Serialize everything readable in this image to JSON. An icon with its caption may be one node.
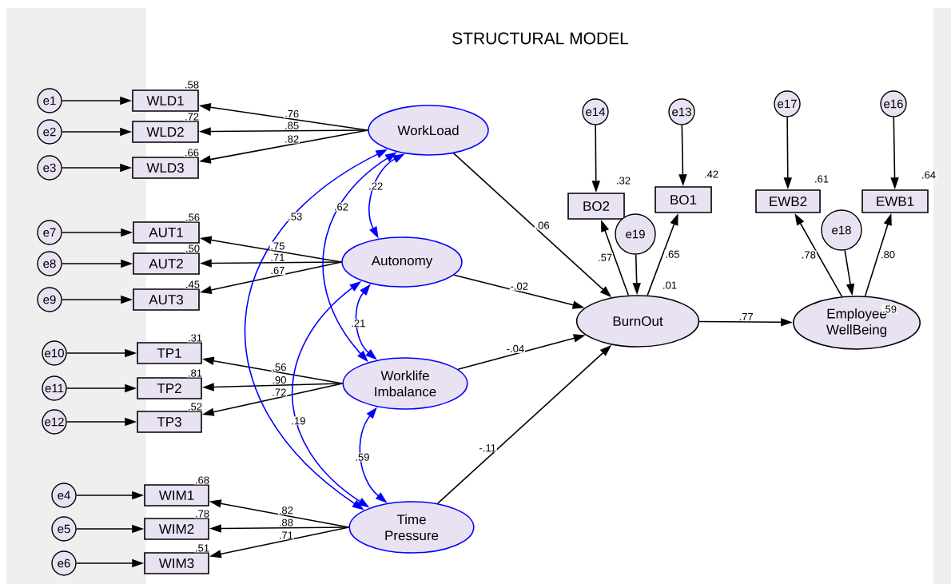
{
  "diagram": {
    "title": "STRUCTURAL MODEL",
    "nodes": [
      {
        "text": [
          "e1"
        ]
      },
      {
        "text": [
          "e2"
        ]
      },
      {
        "text": [
          "e3"
        ]
      },
      {
        "text": [
          "e7"
        ]
      },
      {
        "text": [
          "e8"
        ]
      },
      {
        "text": [
          "e9"
        ]
      },
      {
        "text": [
          "e10"
        ]
      },
      {
        "text": [
          "e11"
        ]
      },
      {
        "text": [
          "e12"
        ]
      },
      {
        "text": [
          "e4"
        ]
      },
      {
        "text": [
          "e5"
        ]
      },
      {
        "text": [
          "e6"
        ]
      },
      {
        "text": [
          "WLD1"
        ]
      },
      {
        "text": [
          "WLD2"
        ]
      },
      {
        "text": [
          "WLD3"
        ]
      },
      {
        "text": [
          "AUT1"
        ]
      },
      {
        "text": [
          "AUT2"
        ]
      },
      {
        "text": [
          "AUT3"
        ]
      },
      {
        "text": [
          "TP1"
        ]
      },
      {
        "text": [
          "TP2"
        ]
      },
      {
        "text": [
          "TP3"
        ]
      },
      {
        "text": [
          "WIM1"
        ]
      },
      {
        "text": [
          "WIM2"
        ]
      },
      {
        "text": [
          "WIM3"
        ]
      },
      {
        "text": [
          "WorkLoad"
        ]
      },
      {
        "text": [
          "Autonomy"
        ]
      },
      {
        "text": [
          "Worklife Imbalance"
        ]
      },
      {
        "text": [
          "Time Pressure"
        ]
      },
      {
        "text": [
          "e14"
        ]
      },
      {
        "text": [
          "e13"
        ]
      },
      {
        "text": [
          "e17"
        ]
      },
      {
        "text": [
          "e16"
        ]
      },
      {
        "text": [
          "BO2"
        ]
      },
      {
        "text": [
          "BO1"
        ]
      },
      {
        "text": [
          "EWB2"
        ]
      },
      {
        "text": [
          "EWB1"
        ]
      },
      {
        "text": [
          "e19"
        ]
      },
      {
        "text": [
          "e18"
        ]
      },
      {
        "text": [
          "BurnOut"
        ]
      },
      {
        "text": [
          "Employee WellBeing"
        ]
      }
    ],
    "edges": [
      {
        "from": 0,
        "to": 12,
        "arrow": "to"
      },
      {
        "from": 1,
        "to": 13,
        "arrow": "to"
      },
      {
        "from": 2,
        "to": 14,
        "arrow": "to"
      },
      {
        "from": 3,
        "to": 15,
        "arrow": "to"
      },
      {
        "from": 4,
        "to": 16,
        "arrow": "to"
      },
      {
        "from": 5,
        "to": 17,
        "arrow": "to"
      },
      {
        "from": 6,
        "to": 18,
        "arrow": "to"
      },
      {
        "from": 7,
        "to": 19,
        "arrow": "to"
      },
      {
        "from": 8,
        "to": 20,
        "arrow": "to"
      },
      {
        "from": 9,
        "to": 21,
        "arrow": "to"
      },
      {
        "from": 10,
        "to": 22,
        "arrow": "to"
      },
      {
        "from": 11,
        "to": 23,
        "arrow": "to"
      },
      {
        "from": 24,
        "to": 12,
        "arrow": "to",
        "label": ".76"
      },
      {
        "from": 24,
        "to": 13,
        "arrow": "to",
        "label": ".85"
      },
      {
        "from": 24,
        "to": 14,
        "arrow": "to",
        "label": ".82"
      },
      {
        "from": 25,
        "to": 15,
        "arrow": "to",
        "label": ".75"
      },
      {
        "from": 25,
        "to": 16,
        "arrow": "to",
        "label": ".71"
      },
      {
        "from": 25,
        "to": 17,
        "arrow": "to",
        "label": ".67"
      },
      {
        "from": 26,
        "to": 18,
        "arrow": "to",
        "label": ".56"
      },
      {
        "from": 26,
        "to": 19,
        "arrow": "to",
        "label": ".90"
      },
      {
        "from": 26,
        "to": 20,
        "arrow": "to",
        "label": ".72"
      },
      {
        "from": 27,
        "to": 21,
        "arrow": "to",
        "label": ".82"
      },
      {
        "from": 27,
        "to": 22,
        "arrow": "to",
        "label": ".88"
      },
      {
        "from": 27,
        "to": 23,
        "arrow": "to",
        "label": ".71"
      },
      {
        "from": 24,
        "to": 25,
        "arrow": "both",
        "label": ".22",
        "color": "#0000ff"
      },
      {
        "from": 24,
        "to": 26,
        "arrow": "both",
        "label": ".62",
        "color": "#0000ff"
      },
      {
        "from": 24,
        "to": 27,
        "arrow": "both",
        "label": ".53",
        "color": "#0000ff"
      },
      {
        "from": 25,
        "to": 26,
        "arrow": "both",
        "label": ".21",
        "color": "#0000ff"
      },
      {
        "from": 25,
        "to": 27,
        "arrow": "both",
        "label": ".19",
        "color": "#0000ff"
      },
      {
        "from": 26,
        "to": 27,
        "arrow": "both",
        "label": ".59",
        "color": "#0000ff"
      },
      {
        "from": 24,
        "to": 38,
        "arrow": "to",
        "label": ".06"
      },
      {
        "from": 25,
        "to": 38,
        "arrow": "to",
        "label": "-.02"
      },
      {
        "from": 26,
        "to": 38,
        "arrow": "to",
        "label": "-.04"
      },
      {
        "from": 27,
        "to": 38,
        "arrow": "to",
        "label": "-.11"
      },
      {
        "from": 38,
        "to": 39,
        "arrow": "to",
        "label": ".77"
      },
      {
        "from": 38,
        "to": 32,
        "arrow": "to",
        "label": ".57"
      },
      {
        "from": 38,
        "to": 33,
        "arrow": "to",
        "label": ".65"
      },
      {
        "from": 36,
        "to": 38,
        "arrow": "to"
      },
      {
        "from": 28,
        "to": 32,
        "arrow": "to"
      },
      {
        "from": 29,
        "to": 33,
        "arrow": "to"
      },
      {
        "from": 39,
        "to": 34,
        "arrow": "to",
        "label": ".78"
      },
      {
        "from": 39,
        "to": 35,
        "arrow": "to",
        "label": ".80"
      },
      {
        "from": 37,
        "to": 39,
        "arrow": "to"
      },
      {
        "from": 30,
        "to": 34,
        "arrow": "to"
      },
      {
        "from": 31,
        "to": 35,
        "arrow": "to"
      }
    ],
    "labels": [
      ".58",
      ".72",
      ".66",
      ".56",
      ".50",
      ".45",
      ".31",
      ".81",
      ".52",
      ".68",
      ".78",
      ".51",
      ".32",
      ".42",
      ".61",
      ".64",
      ".01",
      ".59"
    ]
  }
}
